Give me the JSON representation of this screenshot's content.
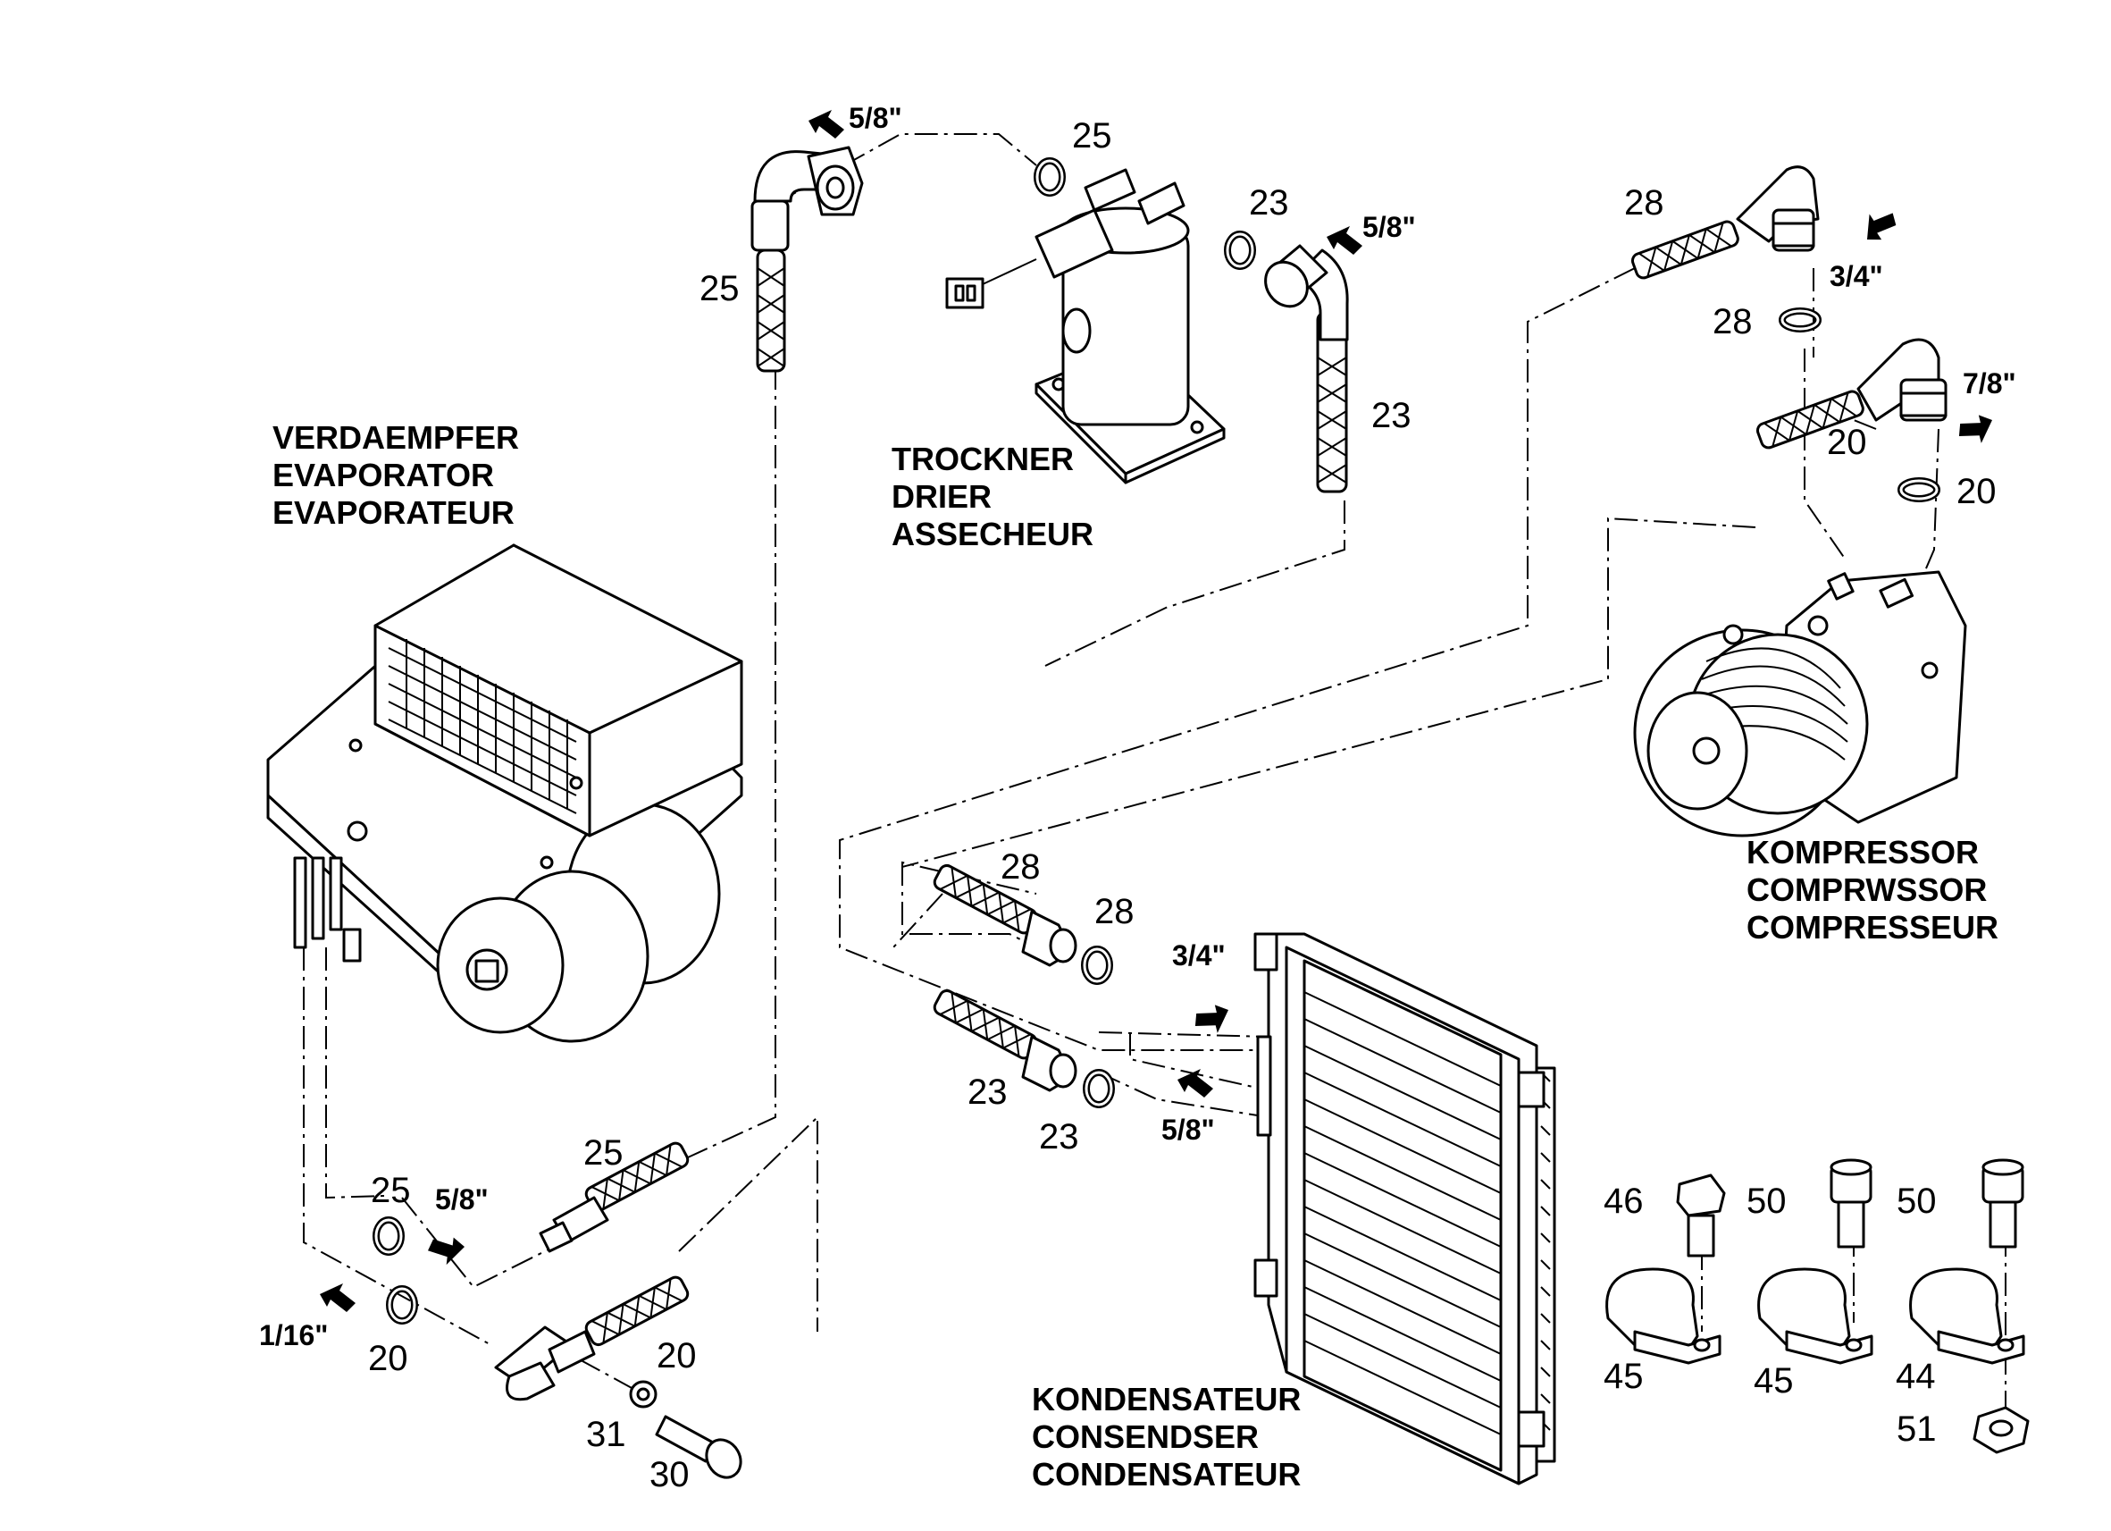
{
  "components": {
    "evaporator": [
      "VERDAEMPFER",
      "EVAPORATOR",
      "EVAPORATEUR"
    ],
    "drier": [
      "TROCKNER",
      "DRIER",
      "ASSECHEUR"
    ],
    "compressor": [
      "KOMPRESSOR",
      "COMPRWSSOR",
      "COMPRESSEUR"
    ],
    "condenser": [
      "KONDENSATEUR",
      "CONSENDSER",
      "CONDENSATEUR"
    ]
  },
  "part_numbers": {
    "hose_top_left": "25",
    "oring_top_left": "25",
    "oring_drier": "23",
    "hose_drier": "23",
    "hose_comp_top": "28",
    "oring_comp_top": "28",
    "hose_comp_bottom": "20",
    "oring_comp_bottom": "20",
    "hose_cond_top": "28",
    "oring_cond_top": "28",
    "hose_cond_bottom": "23",
    "oring_cond_bottom": "23",
    "hose_evap_top": "25",
    "oring_evap_top": "25",
    "oring_evap_bottom": "20",
    "hose_evap_bottom": "20",
    "washer": "31",
    "bolt": "30",
    "bolt_46": "46",
    "bolt_50a": "50",
    "bolt_50b": "50",
    "clamp_45a": "45",
    "clamp_45b": "45",
    "clamp_44": "44",
    "nut_51": "51"
  },
  "sizes": {
    "top_left": "5/8\"",
    "drier": "5/8\"",
    "comp_top": "3/4\"",
    "comp_bottom": "7/8\"",
    "cond_top": "3/4\"",
    "cond_bottom": "5/8\"",
    "evap_top": "5/8\"",
    "evap_bottom": "1/16\""
  }
}
